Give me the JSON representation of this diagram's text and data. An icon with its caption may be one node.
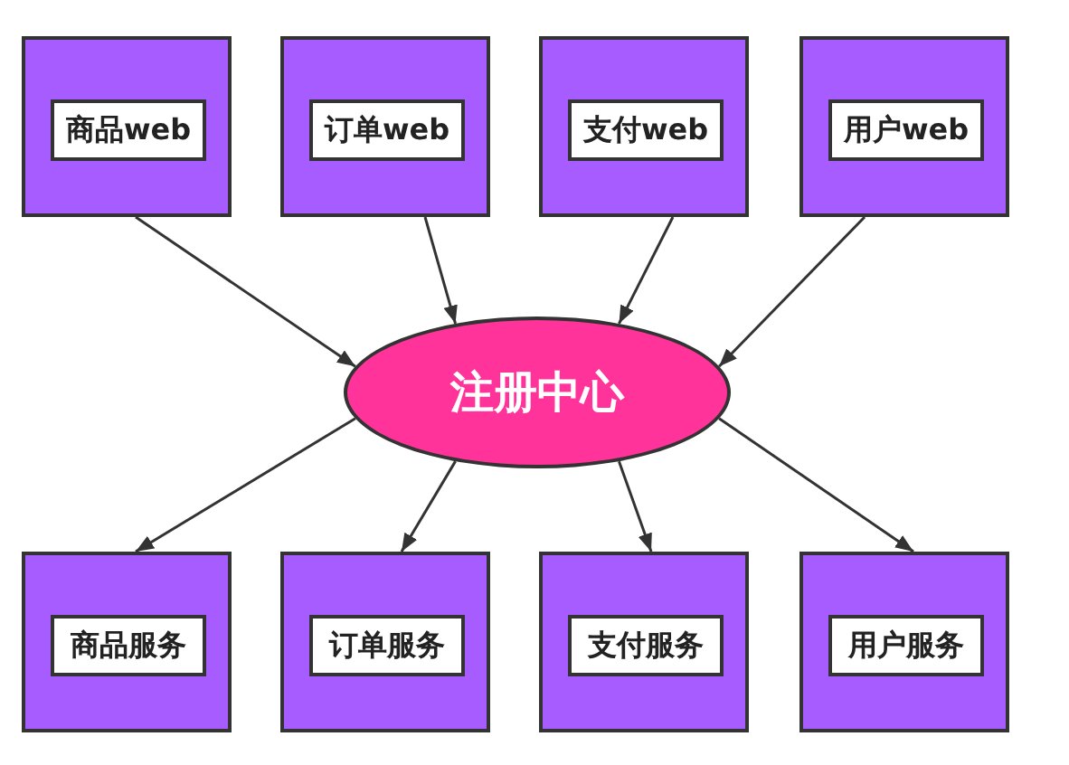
{
  "diagram": {
    "nodes": [
      {
        "text": [],
        "shape": "box"
      },
      {
        "text": [
          "商品web"
        ],
        "in": 0
      },
      {
        "text": [],
        "shape": "box"
      },
      {
        "text": [
          "订单web"
        ],
        "in": 2
      },
      {
        "text": [],
        "shape": "box"
      },
      {
        "text": [
          "支付web"
        ],
        "in": 4
      },
      {
        "text": [],
        "shape": "box"
      },
      {
        "text": [
          "用户web"
        ],
        "in": 6
      },
      {
        "text": [
          "注册中心"
        ]
      },
      {
        "text": [],
        "shape": "box"
      },
      {
        "text": [
          "商品服务"
        ],
        "in": 9
      },
      {
        "text": [],
        "shape": "box"
      },
      {
        "text": [
          "订单服务"
        ],
        "in": 11
      },
      {
        "text": [],
        "shape": "box"
      },
      {
        "text": [
          "支付服务"
        ],
        "in": 13
      },
      {
        "text": [],
        "shape": "box"
      },
      {
        "text": [
          "用户服务"
        ],
        "in": 15
      }
    ],
    "edges": [
      {
        "from": 0,
        "to": 8,
        "arrow": "to"
      },
      {
        "from": 2,
        "to": 8,
        "arrow": "to"
      },
      {
        "from": 4,
        "to": 8,
        "arrow": "to"
      },
      {
        "from": 6,
        "to": 8,
        "arrow": "to"
      },
      {
        "from": 8,
        "to": 9,
        "arrow": "to"
      },
      {
        "from": 8,
        "to": 11,
        "arrow": "to"
      },
      {
        "from": 8,
        "to": 13,
        "arrow": "to"
      },
      {
        "from": 8,
        "to": 15,
        "arrow": "to"
      }
    ]
  }
}
